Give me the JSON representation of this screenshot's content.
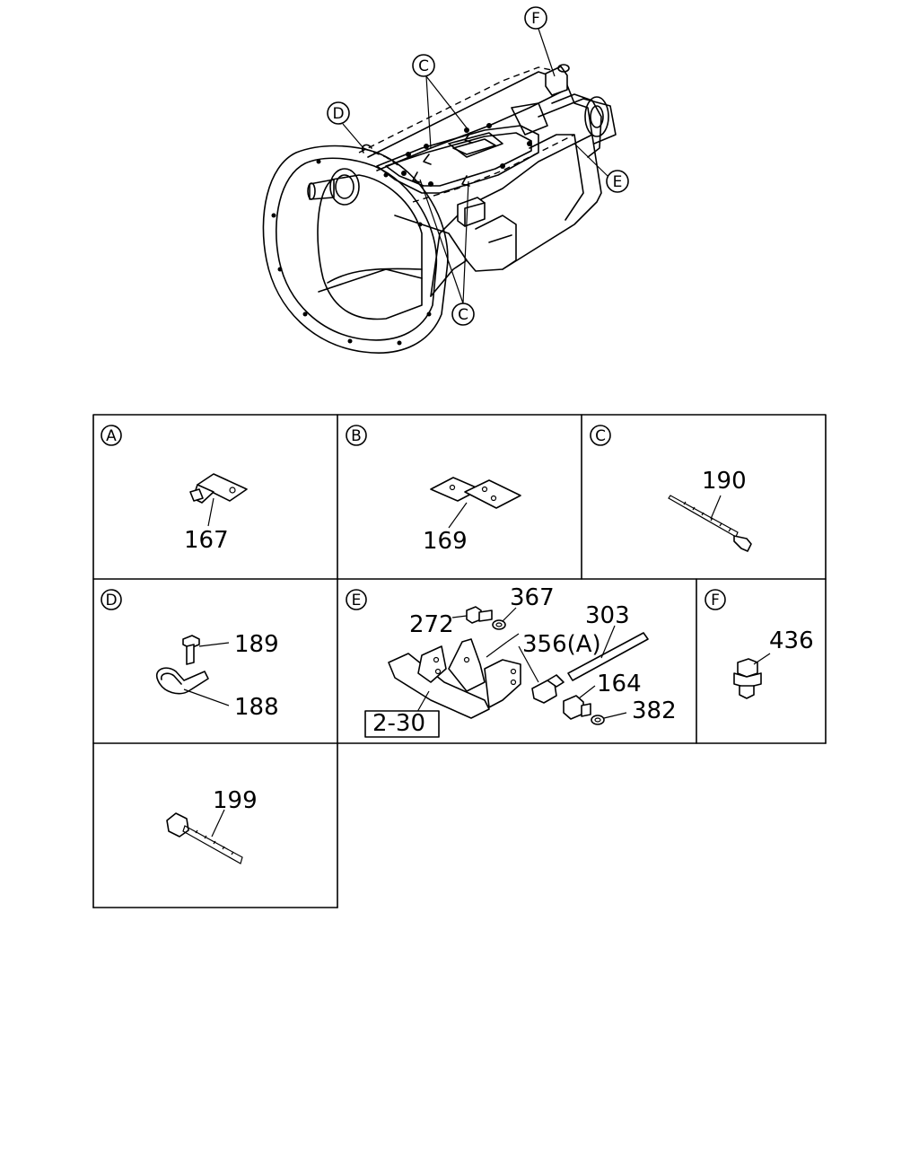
{
  "assembly_callouts": [
    "C",
    "F",
    "D",
    "E",
    "C"
  ],
  "grid": {
    "cells": [
      {
        "letter": "A",
        "parts": [
          "167"
        ]
      },
      {
        "letter": "B",
        "parts": [
          "169"
        ]
      },
      {
        "letter": "C",
        "parts": [
          "190"
        ]
      },
      {
        "letter": "D",
        "parts": [
          "189",
          "188"
        ]
      },
      {
        "letter": "E",
        "parts": [
          "367",
          "272",
          "303",
          "356(A)",
          "164",
          "382"
        ],
        "ref": "2-30"
      },
      {
        "letter": "F",
        "parts": [
          "436"
        ]
      },
      {
        "letter": "",
        "parts": [
          "199"
        ]
      }
    ]
  }
}
